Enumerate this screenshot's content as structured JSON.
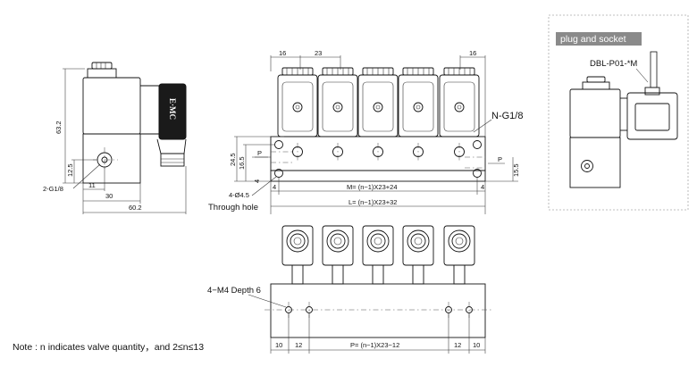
{
  "side_view": {
    "brand": "E·MC",
    "dims": {
      "height": "63.2",
      "port_height": "12.5",
      "port_offset": "11",
      "body_width": "30",
      "total_width": "60.2",
      "port": "2-G1/8"
    }
  },
  "front_view": {
    "top_dims": {
      "left": "16",
      "pitch": "23",
      "right": "16"
    },
    "port_label": "N-G1/8",
    "left_dims": {
      "d1": "24.5",
      "d2": "16.5",
      "d3": "4",
      "p": "P"
    },
    "right_dims": {
      "p": "P",
      "d1": "15.5"
    },
    "hole_label": "4-Ø4.5",
    "through_hole": "Through hole",
    "m_dim": "M= (n−1)X23+24",
    "l_dim": "L= (n−1)X23+32",
    "edge": "4"
  },
  "bottom_view": {
    "thread_label": "4−M4 Depth 6",
    "dims": {
      "a": "10",
      "b": "12",
      "p_dim": "P= (n−1)X23−12",
      "c": "12",
      "d": "10"
    }
  },
  "inset": {
    "title": "plug and socket",
    "part": "DBL-P01-*M"
  },
  "note": "Note : n indicates valve quantity，and 2≤n≤13"
}
